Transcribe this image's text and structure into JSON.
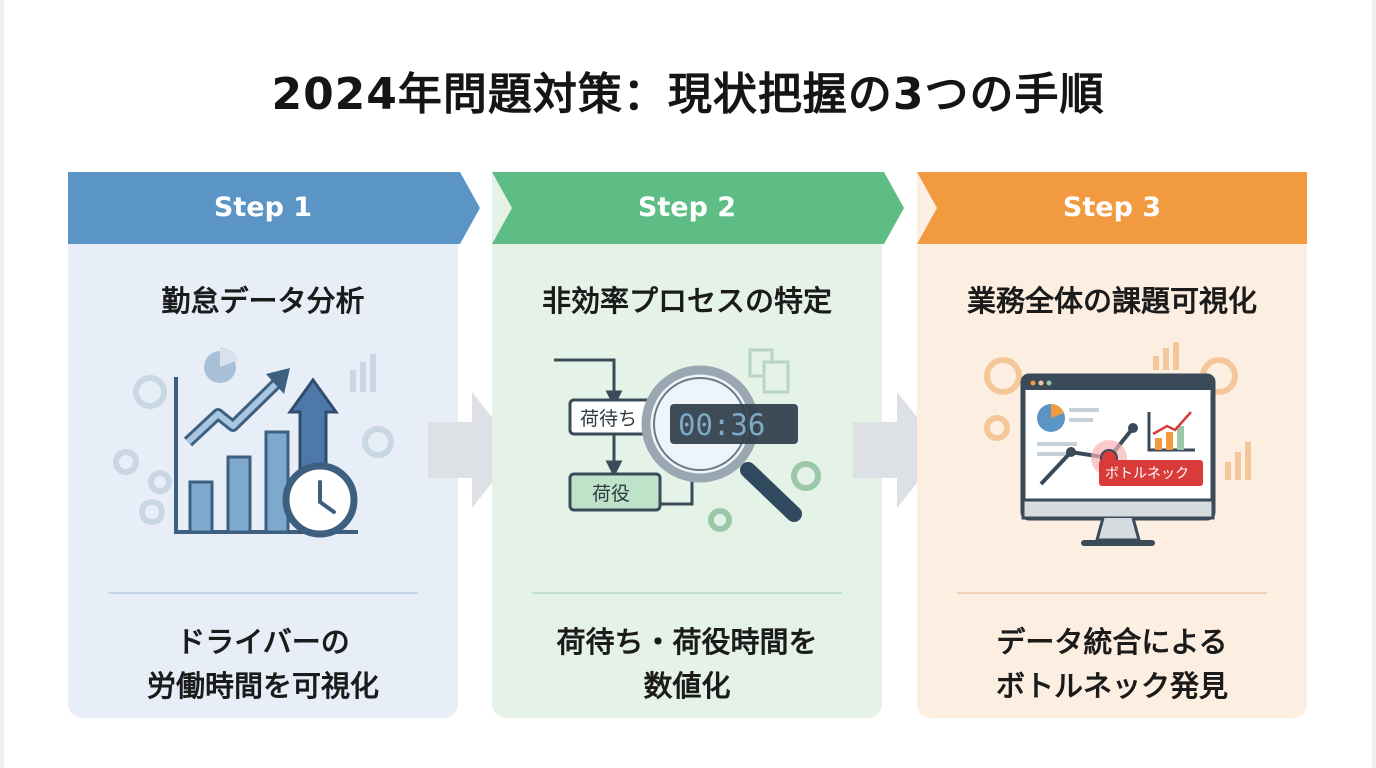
{
  "title": "2024年問題対策：現状把握の3つの手順",
  "steps": [
    {
      "label": "Step 1",
      "heading": "勤怠データ分析",
      "desc_lines": [
        "ドライバーの",
        "労働時間を可視化"
      ],
      "colors": {
        "banner": "#5b95c6",
        "panel": "#e7eef7",
        "divider": "#c5d5e6",
        "accent": "#4f7fae"
      }
    },
    {
      "label": "Step 2",
      "heading": "非効率プロセスの特定",
      "desc_lines": [
        "荷待ち・荷役時間を",
        "数値化"
      ],
      "illustration": {
        "box_wait": "荷待ち",
        "box_load": "荷役",
        "timer": "00:36"
      },
      "colors": {
        "banner": "#5dbd84",
        "panel": "#e4f2e7",
        "divider": "#c2dfc9",
        "accent": "#3f8f60"
      }
    },
    {
      "label": "Step 3",
      "heading": "業務全体の課題可視化",
      "desc_lines": [
        "データ統合による",
        "ボトルネック発見"
      ],
      "illustration": {
        "badge": "ボトルネック"
      },
      "colors": {
        "banner": "#f29a3f",
        "panel": "#fcefe2",
        "divider": "#efd2b4",
        "accent": "#e58a3a"
      }
    }
  ],
  "arrow_color": "#dde1e6"
}
